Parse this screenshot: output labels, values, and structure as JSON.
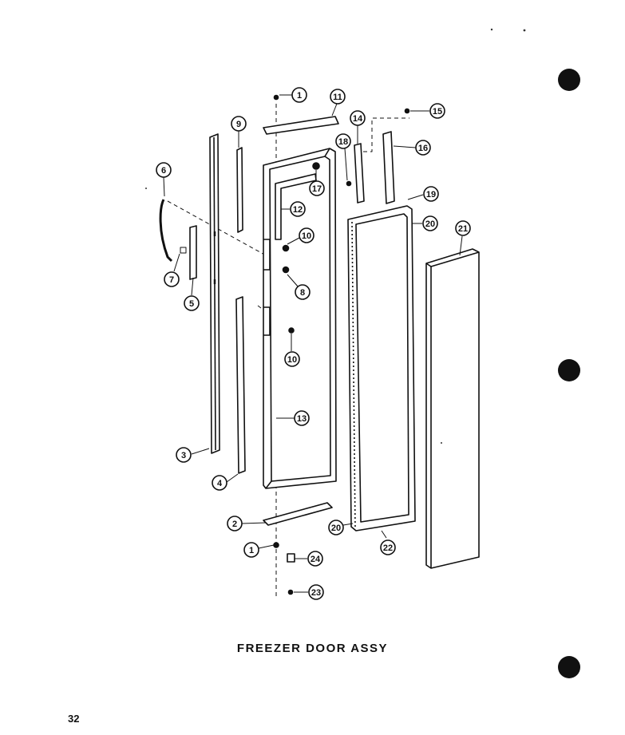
{
  "title": "FREEZER DOOR ASSY",
  "page_number": "32",
  "callouts": {
    "c1a": "1",
    "c11": "11",
    "c9a": "9",
    "c14": "14",
    "c15": "15",
    "c16": "16",
    "c18": "18",
    "c17": "17",
    "c6": "6",
    "c12": "12",
    "c19": "19",
    "c20a": "20",
    "c21": "21",
    "c10a": "10",
    "c7": "7",
    "c8": "8",
    "c5": "5",
    "c10b": "10",
    "c13": "13",
    "c3": "3",
    "c4": "4",
    "c2": "2",
    "c20b": "20",
    "c22": "22",
    "c1b": "1",
    "c24": "24",
    "c23": "23"
  }
}
